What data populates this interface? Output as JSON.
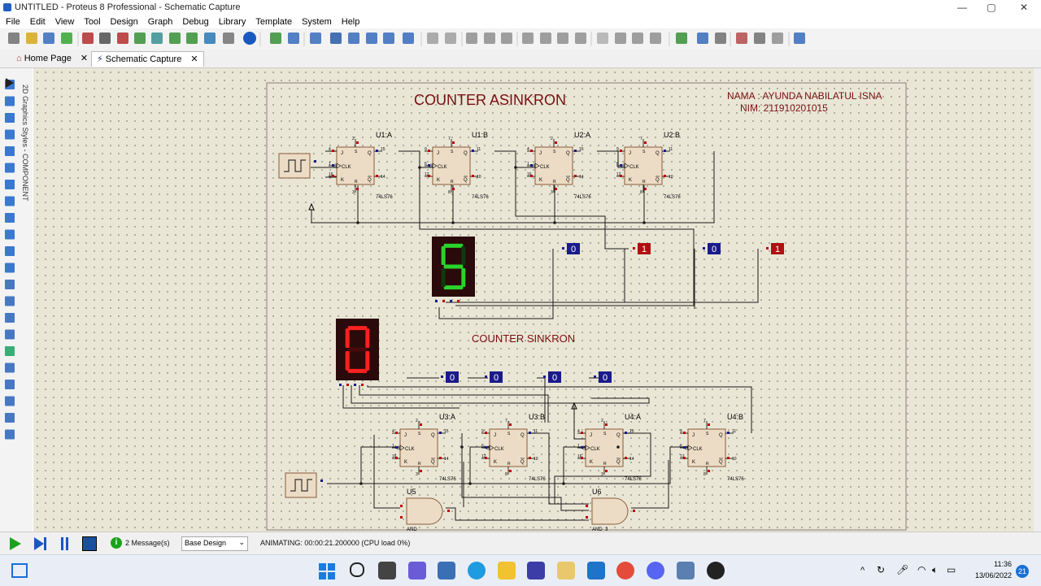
{
  "window": {
    "title": "UNTITLED - Proteus 8 Professional - Schematic Capture",
    "min": "—",
    "max": "▢",
    "close": "✕"
  },
  "menu": [
    "File",
    "Edit",
    "View",
    "Tool",
    "Design",
    "Graph",
    "Debug",
    "Library",
    "Template",
    "System",
    "Help"
  ],
  "tabs": {
    "home": "Home Page",
    "schematic": "Schematic Capture",
    "close": "✕"
  },
  "sidebar_label": "2D Graphics Styles - COMPONENT",
  "schematic": {
    "title1": "COUNTER ASINKRON",
    "title2": "COUNTER SINKRON",
    "author": "NAMA : AYUNDA NABILATUL ISNA",
    "nim": "NIM: 211910201015",
    "ff_top": [
      "U1:A",
      "U1:B",
      "U2:A",
      "U2:B"
    ],
    "ff_bottom": [
      "U3:A",
      "U3:B",
      "U4:A",
      "U4:B"
    ],
    "part": "74LS76",
    "gates": {
      "u5": "U5",
      "u5type": "AND",
      "u6": "U6",
      "u6type": "AND_3"
    },
    "top_probes": [
      "0",
      "1",
      "0",
      "1"
    ],
    "bottom_probes": [
      "0",
      "0",
      "0",
      "0"
    ],
    "display_top": "5",
    "display_bottom": "0",
    "pins": {
      "j": "J",
      "k": "K",
      "clk": "CLK",
      "q": "Q",
      "s": "S",
      "r": "R",
      "n4": "4",
      "n16": "16",
      "n1": "1",
      "n2": "2",
      "n3": "3",
      "n15": "15",
      "n14": "14",
      "n9": "9",
      "n6": "6",
      "n12": "12",
      "n11": "11",
      "n10": "10",
      "n7": "7",
      "n8": "8"
    }
  },
  "status": {
    "messages": "2 Message(s)",
    "design": "Base Design",
    "animating": "ANIMATING: 00:00:21.200000 (CPU load 0%)"
  },
  "clock": {
    "time": "11:36",
    "date": "13/06/2022",
    "badge": "21"
  },
  "colors": {
    "wire": "#1a1a1a",
    "block": "#ecdcc5",
    "blockEdge": "#8b5a3a",
    "red": "#c00000",
    "navy": "#1a1a8c",
    "darkred": "#6b0000"
  }
}
